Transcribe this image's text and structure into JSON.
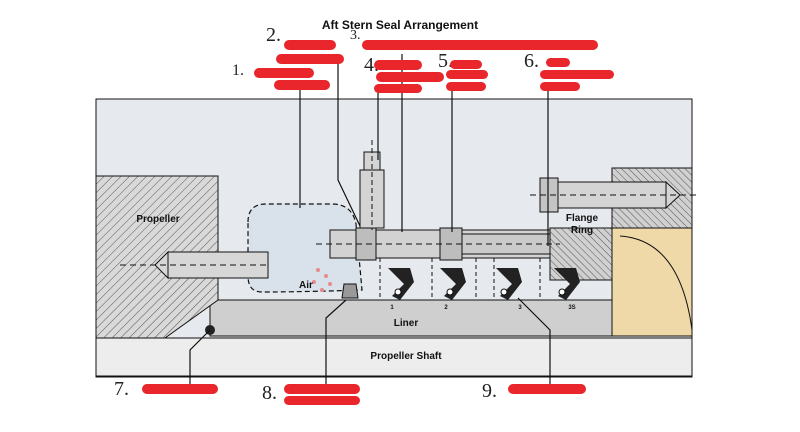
{
  "title": "Aft Stern Seal Arrangement",
  "labels": {
    "propeller": "Propeller",
    "flange_ring_1": "Flange",
    "flange_ring_2": "Ring",
    "air": "Air",
    "liner": "Liner",
    "propeller_shaft": "Propeller Shaft",
    "seal_1": "1",
    "seal_2": "2",
    "seal_3": "3",
    "seal_3s": "3S"
  },
  "callouts": [
    "2.",
    "3.",
    "1.",
    "4.",
    "5.",
    "6.",
    "7.",
    "8.",
    "9."
  ],
  "colors": {
    "redaction": "#e8262c",
    "water": "#dde4ea",
    "metal": "#c8c8c8",
    "outline": "#111111",
    "bearing": "#f0d9a8"
  }
}
